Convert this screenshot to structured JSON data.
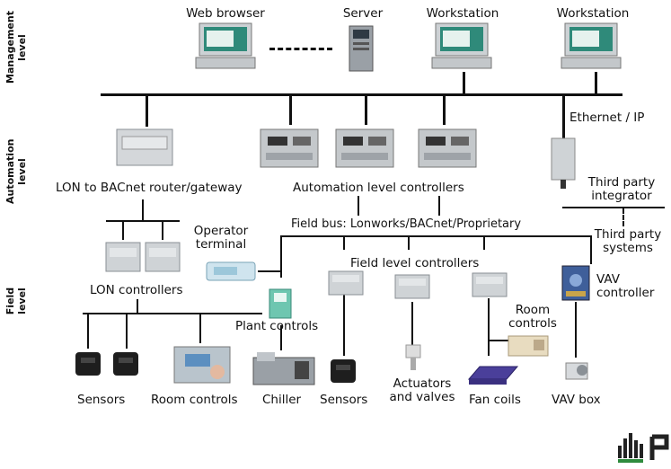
{
  "levels": {
    "management": "Management level",
    "automation": "Automation level",
    "field": "Field level"
  },
  "management": {
    "web_browser": "Web browser",
    "server": "Server",
    "workstation1": "Workstation",
    "workstation2": "Workstation"
  },
  "automation": {
    "ethernet": "Ethernet / IP",
    "lon_router": "LON to BACnet router/gateway",
    "controllers": "Automation level controllers",
    "third_party_integrator": "Third party integrator",
    "field_bus": "Field bus: Lonworks/BACnet/Proprietary",
    "third_party_systems": "Third party systems"
  },
  "field": {
    "operator_terminal": "Operator terminal",
    "lon_controllers": "LON controllers",
    "field_level_controllers": "Field level controllers",
    "vav_controller": "VAV controller",
    "plant_controls": "Plant controls",
    "room_controls_right": "Room controls",
    "sensors_left": "Sensors",
    "room_controls_left": "Room controls",
    "chiller": "Chiller",
    "sensors_mid": "Sensors",
    "actuators": "Actuators and valves",
    "fan_coils": "Fan coils",
    "vav_box": "VAV box"
  },
  "colors": {
    "line": "#111111",
    "device": "#c9cdd0",
    "logo_green": "#2e8b3d",
    "logo_dark": "#222222"
  }
}
